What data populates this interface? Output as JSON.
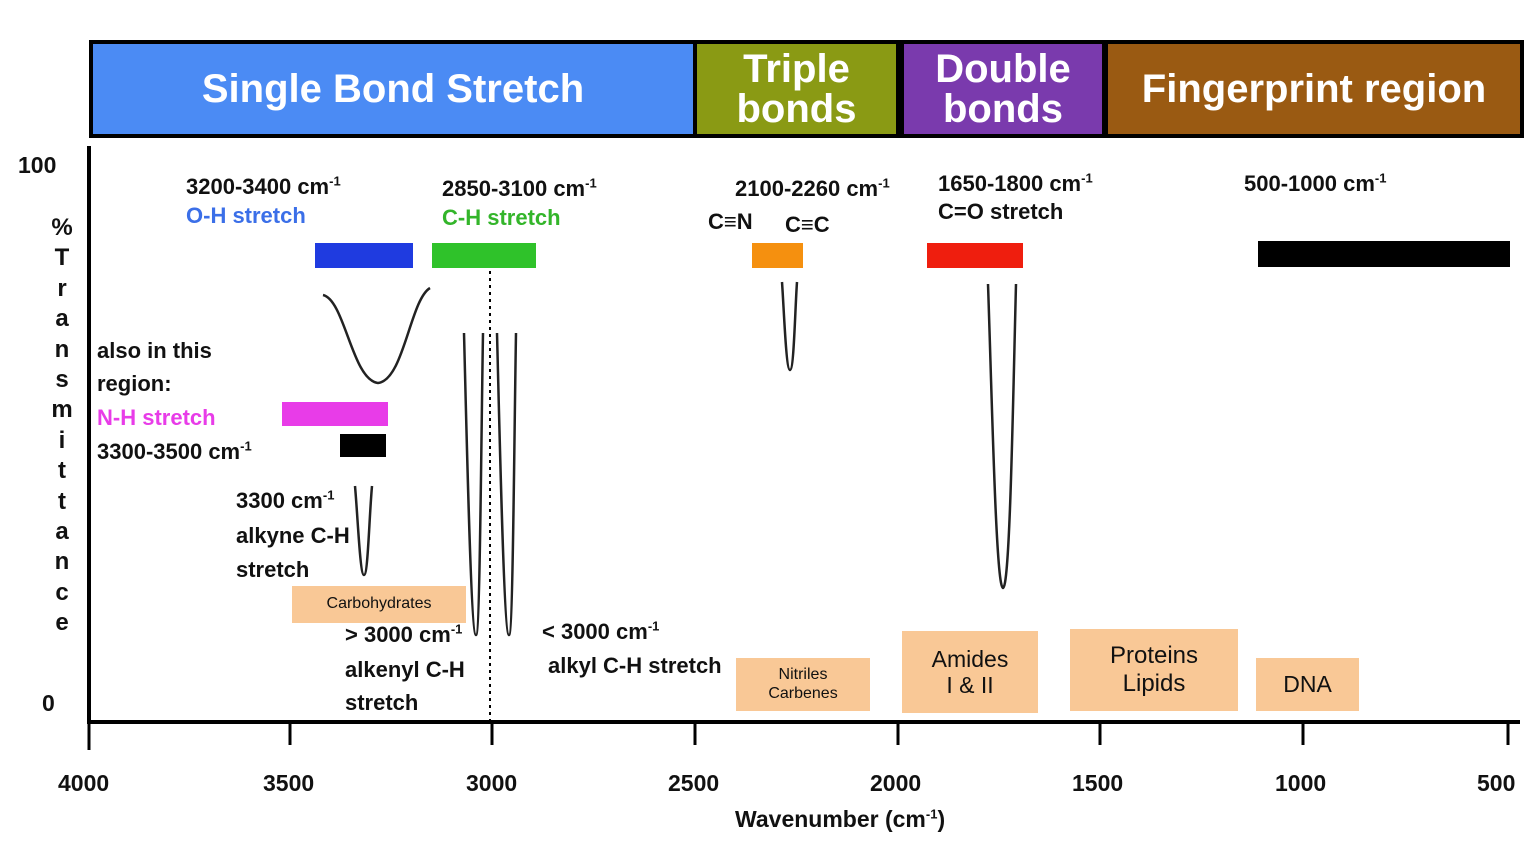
{
  "regions": [
    {
      "lines": [
        "Single Bond Stretch"
      ],
      "color": "#4b8bf4"
    },
    {
      "lines": [
        "Triple",
        "bonds"
      ],
      "color": "#8a9a14"
    },
    {
      "lines": [
        "Double",
        "bonds"
      ],
      "color": "#7a3aad"
    },
    {
      "lines": [
        "Fingerprint region"
      ],
      "color": "#9a5a12"
    }
  ],
  "bands": [
    {
      "range": "3200-3400 cm",
      "sup": "-1",
      "name": "O-H stretch",
      "name_color": "#3b6fe8",
      "bar_color": "#1f3be0"
    },
    {
      "range": "2850-3100 cm",
      "sup": "-1",
      "name": "C-H stretch",
      "name_color": "#33b52a",
      "bar_color": "#2fc22a"
    },
    {
      "range": "2100-2260 cm",
      "sup": "-1",
      "triple_cn": "C≡N",
      "triple_cc": "C≡C",
      "bar_color": "#f5900f"
    },
    {
      "range": "1650-1800 cm",
      "sup": "-1",
      "name": "C=O stretch",
      "bar_color": "#ef1e0e"
    },
    {
      "range": "500-1000 cm",
      "sup": "-1",
      "bar_color": "#000000"
    }
  ],
  "also": {
    "line1": "also in this",
    "line2": "region:",
    "nh": "N-H stretch",
    "nh_color": "#e83ce8",
    "nh_range": "3300-3500 cm",
    "nh_sup": "-1"
  },
  "alkyne": {
    "range": "3300 cm",
    "sup": "-1",
    "line2": "alkyne C-H",
    "line3": "stretch"
  },
  "alkenyl": {
    "range": "> 3000 cm",
    "sup": "-1",
    "line2": "alkenyl C-H",
    "line3": "stretch"
  },
  "alkyl": {
    "range": "< 3000 cm",
    "sup": "-1",
    "line2": "alkyl C-H stretch"
  },
  "categories": {
    "carbohydrates": "Carbohydrates",
    "nitriles": [
      "Nitriles",
      "Carbenes"
    ],
    "amides": [
      "Amides",
      "I & II"
    ],
    "proteins": [
      "Proteins",
      "Lipids"
    ],
    "dna": "DNA"
  },
  "axis": {
    "x_ticks": [
      "4000",
      "3500",
      "3000",
      "2500",
      "2000",
      "1500",
      "1000",
      "500"
    ],
    "x_label": "Wavenumber (cm",
    "x_label_sup": "-1",
    "x_label_end": ")",
    "y_top": "100",
    "y_bottom": "0",
    "y_label": "%Transmittance"
  },
  "colors": {
    "category_fill": "#f9c896",
    "axis": "#000000"
  }
}
